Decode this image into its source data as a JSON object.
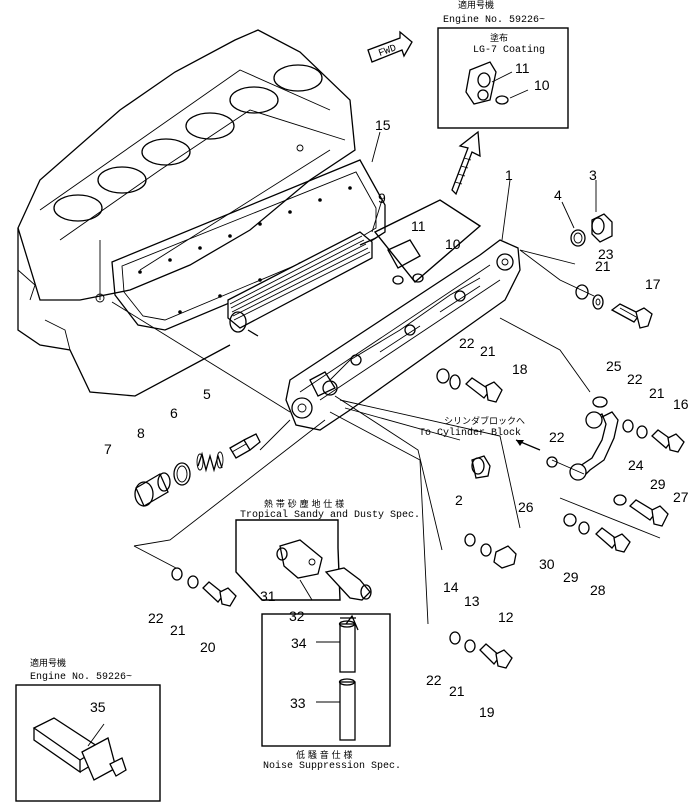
{
  "callouts": [
    {
      "id": "1",
      "label": "1"
    },
    {
      "id": "2",
      "label": "2"
    },
    {
      "id": "3",
      "label": "3"
    },
    {
      "id": "4",
      "label": "4"
    },
    {
      "id": "5",
      "label": "5"
    },
    {
      "id": "6",
      "label": "6"
    },
    {
      "id": "7",
      "label": "7"
    },
    {
      "id": "8",
      "label": "8"
    },
    {
      "id": "9",
      "label": "9"
    },
    {
      "id": "10a",
      "label": "10"
    },
    {
      "id": "10b",
      "label": "10"
    },
    {
      "id": "11a",
      "label": "11"
    },
    {
      "id": "11b",
      "label": "11"
    },
    {
      "id": "12",
      "label": "12"
    },
    {
      "id": "13",
      "label": "13"
    },
    {
      "id": "14",
      "label": "14"
    },
    {
      "id": "15",
      "label": "15"
    },
    {
      "id": "16",
      "label": "16"
    },
    {
      "id": "17",
      "label": "17"
    },
    {
      "id": "18",
      "label": "18"
    },
    {
      "id": "19",
      "label": "19"
    },
    {
      "id": "20",
      "label": "20"
    },
    {
      "id": "21a",
      "label": "21"
    },
    {
      "id": "21b",
      "label": "21"
    },
    {
      "id": "21c",
      "label": "21"
    },
    {
      "id": "21d",
      "label": "21"
    },
    {
      "id": "21e",
      "label": "21"
    },
    {
      "id": "22a",
      "label": "22"
    },
    {
      "id": "22b",
      "label": "22"
    },
    {
      "id": "22c",
      "label": "22"
    },
    {
      "id": "22d",
      "label": "22"
    },
    {
      "id": "22e",
      "label": "22"
    },
    {
      "id": "23",
      "label": "23"
    },
    {
      "id": "24",
      "label": "24"
    },
    {
      "id": "25",
      "label": "25"
    },
    {
      "id": "26",
      "label": "26"
    },
    {
      "id": "27",
      "label": "27"
    },
    {
      "id": "28",
      "label": "28"
    },
    {
      "id": "29a",
      "label": "29"
    },
    {
      "id": "29b",
      "label": "29"
    },
    {
      "id": "30",
      "label": "30"
    },
    {
      "id": "31",
      "label": "31"
    },
    {
      "id": "32",
      "label": "32"
    },
    {
      "id": "33",
      "label": "33"
    },
    {
      "id": "34",
      "label": "34"
    },
    {
      "id": "35",
      "label": "35"
    }
  ],
  "notes": {
    "top_right_jp": "適用号機",
    "top_right_engine": "Engine  No. 59226~",
    "coating_jp": "塗布",
    "coating_en": "LG-7  Coating",
    "fwd": "FWD",
    "cylinder_jp": "シリンダブロックへ",
    "cylinder_en": "To  Cylinder  Block",
    "tropical_jp": "熱 帯 砂 塵 地 仕 様",
    "tropical_en": "Tropical  Sandy  and  Dusty  Spec.",
    "noise_jp": "低 騒 音 仕 様",
    "noise_en": "Noise  Suppression  Spec.",
    "bottom_left_jp": "適用号機",
    "bottom_left_engine": "Engine  No. 59226~"
  }
}
